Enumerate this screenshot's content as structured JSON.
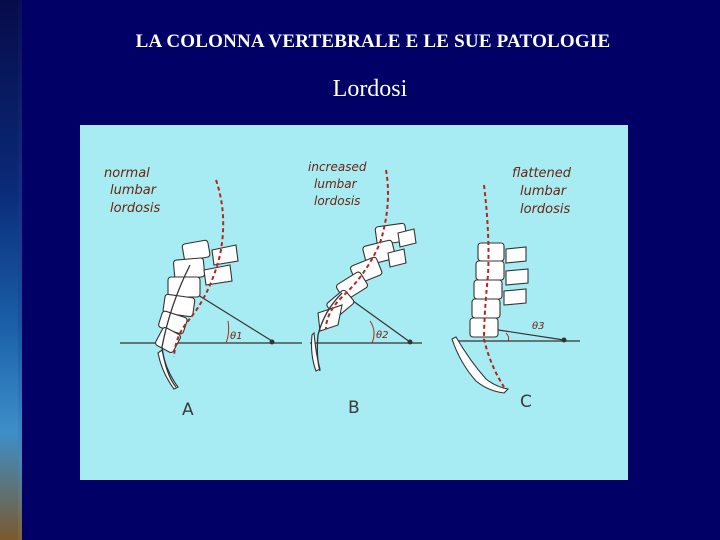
{
  "slide": {
    "title": "LA COLONNA VERTEBRALE E LE SUE PATOLOGIE",
    "subtitle": "Lordosi"
  },
  "figure": {
    "panels": [
      {
        "letter": "A",
        "caption": [
          "normal",
          "lumbar",
          "lordosis"
        ],
        "angle_label": "θ1"
      },
      {
        "letter": "B",
        "caption": [
          "increased",
          "lumbar",
          "lordosis"
        ],
        "angle_label": "θ2"
      },
      {
        "letter": "C",
        "caption": [
          "flattened",
          "lumbar",
          "lordosis"
        ],
        "angle_label": "θ3"
      }
    ]
  },
  "colors": {
    "background": "#000066",
    "figure_bg": "#a8ecf3",
    "ink": "#333333",
    "red_line": "#b3261e",
    "text": "#ffffff"
  }
}
